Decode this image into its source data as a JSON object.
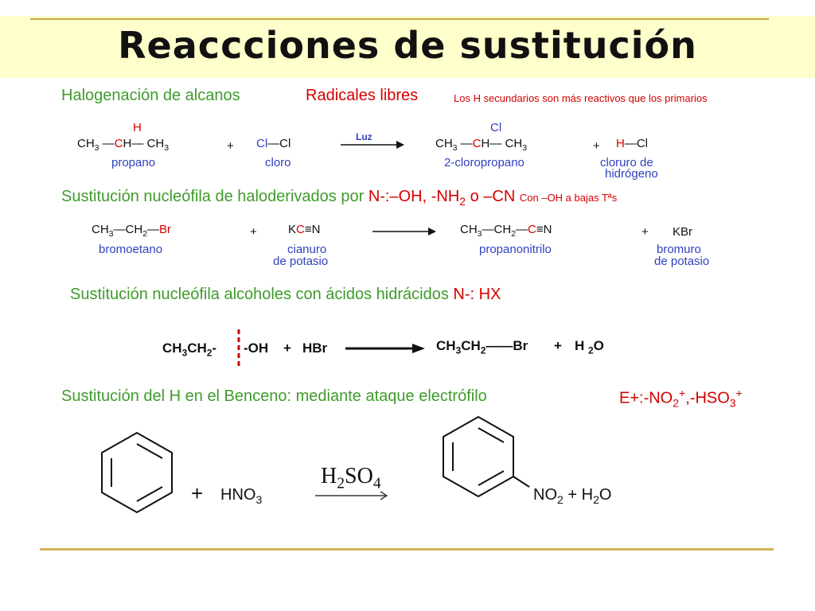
{
  "title": "Reaccciones de sustitución",
  "section1": {
    "heading": "Halogenación de alcanos",
    "type": "Radicales libres",
    "note": "Los H secundarios son más reactivos que los primarios",
    "r1": {
      "ch3": "CH",
      "three": "3",
      "ch": "CH",
      "h": "H"
    },
    "plus1": "+",
    "cl2": {
      "a": "Cl",
      "b": "Cl"
    },
    "arrow_label": "Luz",
    "p1": {
      "cl": "Cl"
    },
    "plus2": "+",
    "hcl": {
      "h": "H",
      "cl": "Cl"
    },
    "labels": [
      "propano",
      "cloro",
      "2-cloropropano",
      "cloruro de",
      "hidrógeno"
    ]
  },
  "section2": {
    "heading": "Sustitución nucleófila de haloderivados por",
    "reagent_a": "N-:–OH, -NH",
    "reagent_sub": "2",
    "reagent_b": " o –CN",
    "note": "Con –OH a bajas Tªs",
    "r1": {
      "ch2": "CH",
      "two": "2",
      "br": "Br"
    },
    "kcn": {
      "k": "K",
      "c": "C",
      "n": "N"
    },
    "p1": {
      "c": "C",
      "n": "N"
    },
    "kbr": "KBr",
    "labels": [
      "bromoetano",
      "cianuro",
      "de potasio",
      "propanonitrilo",
      "bromuro",
      "de potasio"
    ]
  },
  "section3": {
    "heading": "Sustitución nucleófila alcoholes con ácidos hidrácidos",
    "reagent": "N-: HX",
    "eq": {
      "r1": "CH",
      "oh": "OH",
      "plus": "+",
      "hbr": "HBr",
      "br": "Br",
      "h": "H",
      "o": "O"
    }
  },
  "section4": {
    "heading": "Sustitución del H en el Benceno: mediante ataque electrófilo",
    "reagent_a": "E+:-NO",
    "reagent_b": ",-HSO",
    "plus_sign": "+",
    "hno3": "HNO",
    "catalyst": "H",
    "catalyst_b": "SO",
    "catalyst_four": "4",
    "product": "NO",
    "plus_water": "+",
    "water_h": "H",
    "water_o": "O"
  }
}
